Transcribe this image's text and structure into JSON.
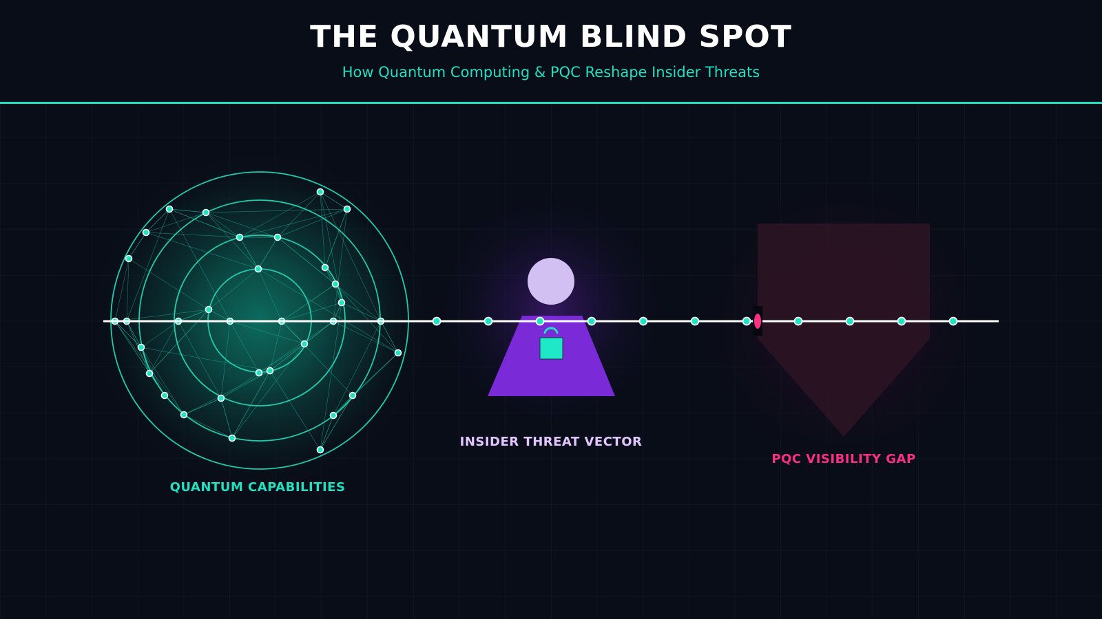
{
  "header": {
    "title": "THE QUANTUM BLIND SPOT",
    "subtitle": "How Quantum Computing & PQC Reshape Insider Threats"
  },
  "labels": {
    "quantum": "QUANTUM CAPABILITIES",
    "insider": "INSIDER THREAT VECTOR",
    "pqc": "PQC VISIBILITY GAP"
  },
  "colors": {
    "background": "#090d18",
    "accent_teal": "#22e0c0",
    "node_fill": "#1fe3c3",
    "insider_body": "#7b2ad8",
    "insider_head": "#d2c0f2",
    "insider_label": "#e3c6ff",
    "pqc_accent": "#ff2f86",
    "pqc_shield": "#2a1424",
    "timeline": "#ffffff"
  },
  "icons": {
    "quantum": "quantum-network-icon",
    "insider": "person-icon",
    "lock": "padlock-icon",
    "shield": "shield-icon",
    "gap": "visibility-gap-icon"
  }
}
